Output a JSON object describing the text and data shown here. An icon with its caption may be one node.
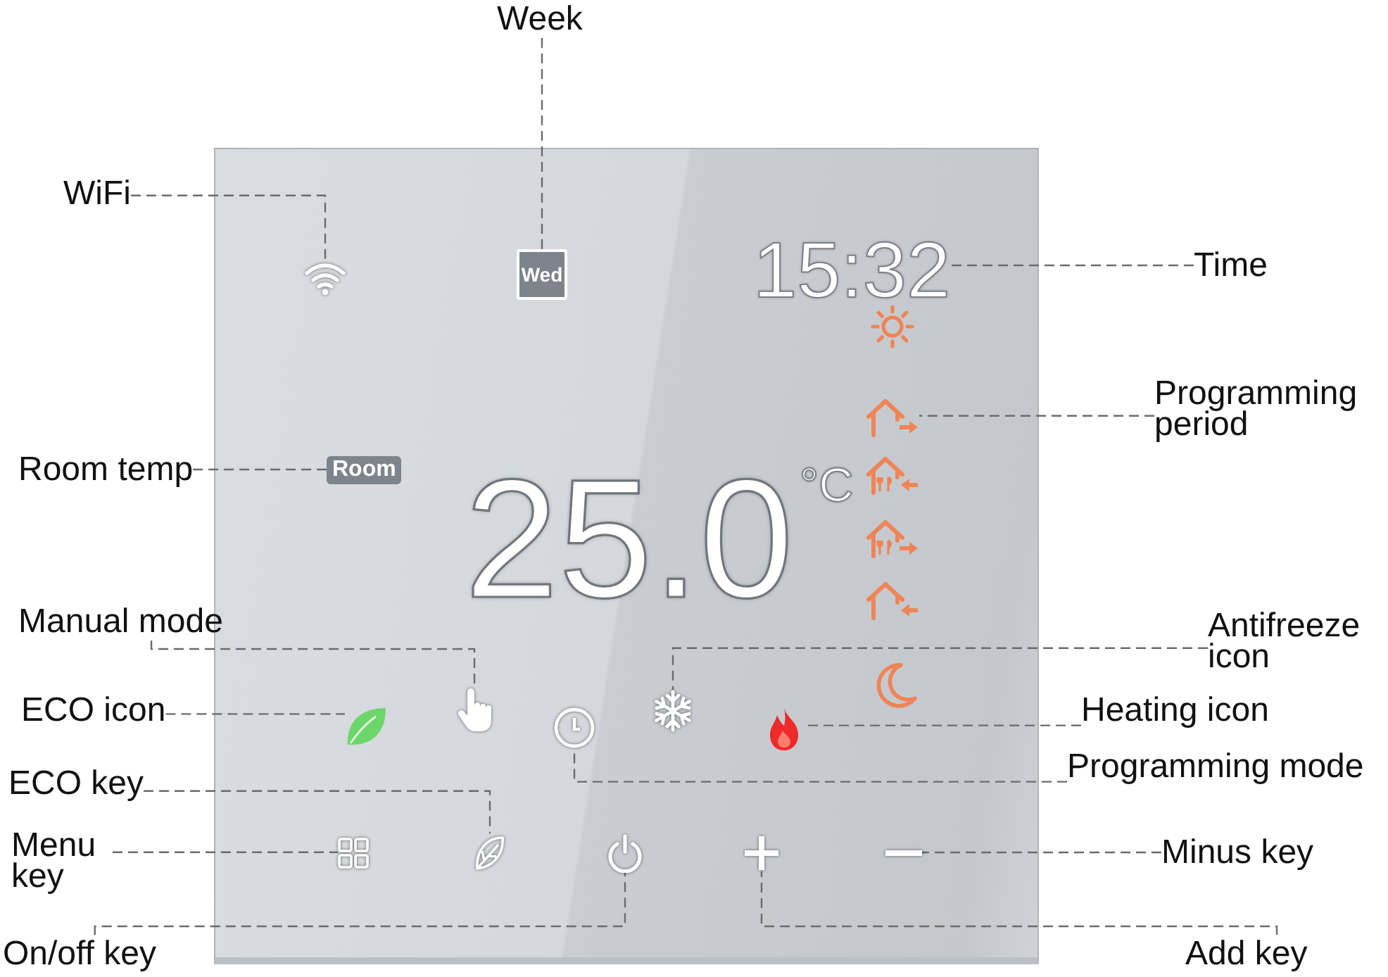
{
  "diagram": {
    "nodes": [
      {
        "text": [
          "Week"
        ]
      },
      {
        "text": [
          "WiFi"
        ]
      },
      {
        "text": [],
        "shape": "wifi"
      },
      {
        "text": [
          "Wed"
        ]
      },
      {
        "text": [
          "15:32"
        ]
      },
      {
        "text": [
          "Time"
        ]
      },
      {
        "text": [],
        "shape": "house"
      },
      {
        "text": [
          "Programming period"
        ]
      },
      {
        "text": [
          "Room temp"
        ]
      },
      {
        "text": [
          "Room"
        ]
      },
      {
        "text": [
          "Manual mode"
        ]
      },
      {
        "text": [
          "Antifreeze icon"
        ]
      },
      {
        "text": [],
        "shape": "hand"
      },
      {
        "text": [],
        "shape": "snowflake"
      },
      {
        "text": [
          "ECO icon"
        ]
      },
      {
        "text": [],
        "shape": "leaf"
      },
      {
        "text": [],
        "shape": "clock"
      },
      {
        "text": [],
        "shape": "flame"
      },
      {
        "text": [
          "Heating icon"
        ]
      },
      {
        "text": [
          "Programming mode"
        ]
      },
      {
        "text": [
          "ECO key"
        ]
      },
      {
        "text": [
          "Menu key"
        ]
      },
      {
        "text": [],
        "shape": "grid"
      },
      {
        "text": [],
        "shape": "leaf"
      },
      {
        "text": [],
        "shape": "power"
      },
      {
        "text": [],
        "shape": "plus"
      },
      {
        "text": [],
        "shape": "minus"
      },
      {
        "text": [
          "Minus key"
        ]
      },
      {
        "text": [
          "On/off key"
        ]
      },
      {
        "text": [
          "Add key"
        ]
      }
    ],
    "edges": [
      {
        "from": 0,
        "to": 3,
        "arrow": "none",
        "style": "dashed"
      },
      {
        "from": 1,
        "to": 2,
        "arrow": "none",
        "style": "dashed"
      },
      {
        "from": 5,
        "to": 4,
        "arrow": "none",
        "style": "dashed"
      },
      {
        "from": 7,
        "to": 6,
        "arrow": "none",
        "style": "dashed"
      },
      {
        "from": 8,
        "to": 9,
        "arrow": "none",
        "style": "dashed"
      },
      {
        "from": 10,
        "to": 12,
        "arrow": "none",
        "style": "dashed"
      },
      {
        "from": 11,
        "to": 13,
        "arrow": "none",
        "style": "dashed"
      },
      {
        "from": 14,
        "to": 15,
        "arrow": "none",
        "style": "dashed"
      },
      {
        "from": 18,
        "to": 17,
        "arrow": "none",
        "style": "dashed"
      },
      {
        "from": 19,
        "to": 16,
        "arrow": "none",
        "style": "dashed"
      },
      {
        "from": 20,
        "to": 23,
        "arrow": "none",
        "style": "dashed"
      },
      {
        "from": 21,
        "to": 22,
        "arrow": "none",
        "style": "dashed"
      },
      {
        "from": 27,
        "to": 26,
        "arrow": "none",
        "style": "dashed"
      },
      {
        "from": 28,
        "to": 24,
        "arrow": "none",
        "style": "dashed"
      },
      {
        "from": 29,
        "to": 25,
        "arrow": "none",
        "style": "dashed"
      }
    ],
    "labels": [
      "25.0",
      "°C"
    ]
  }
}
